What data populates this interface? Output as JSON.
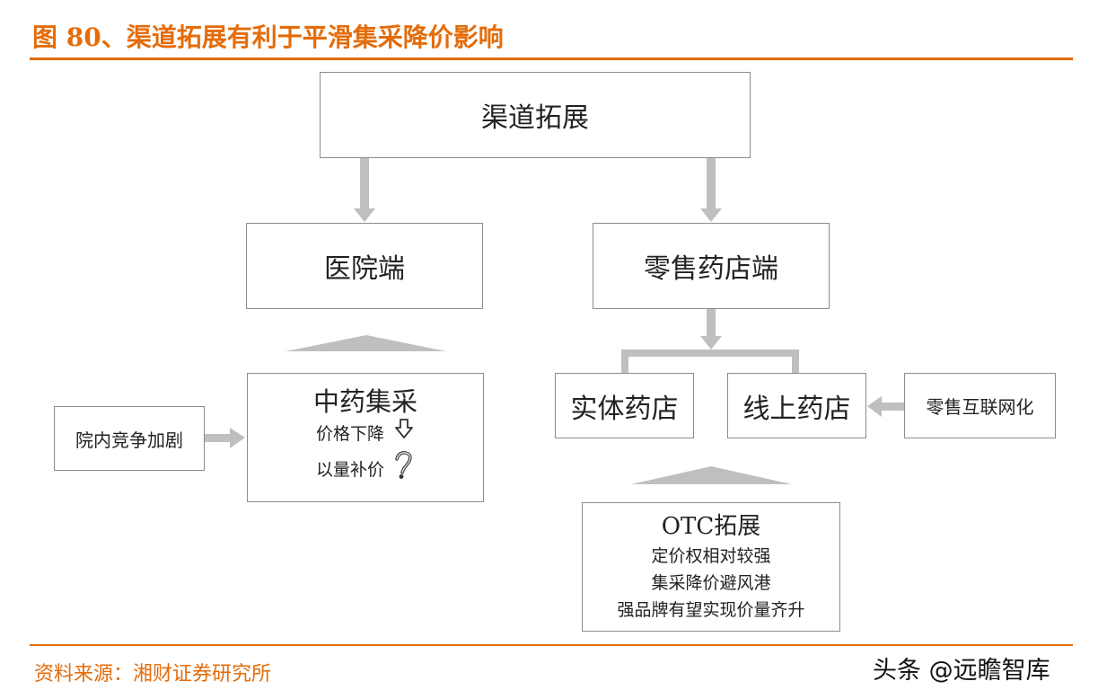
{
  "header": {
    "title": "图 80、渠道拓展有利于平滑集采降价影响"
  },
  "diagram": {
    "main": "渠道拓展",
    "hospital": "医院端",
    "retail": "零售药店端",
    "tcm": {
      "title": "中药集采",
      "line1": "价格下降",
      "line2": "以量补价"
    },
    "competition": "院内竞争加剧",
    "physical_store": "实体药店",
    "online_store": "线上药店",
    "retail_internet": "零售互联网化",
    "otc": {
      "title": "OTC拓展",
      "line1": "定价权相对较强",
      "line2": "集采降价避风港",
      "line3": "强品牌有望实现价量齐升"
    },
    "colors": {
      "arrow": "#bfbfbf",
      "border": "#8c8c8c",
      "accent": "#E46C0A"
    },
    "icons": {
      "down_arrow": "down-outline-arrow-icon",
      "question": "question-mark-icon"
    }
  },
  "footer": {
    "source": "资料来源：湘财证券研究所",
    "watermark": "头条 @远瞻智库"
  }
}
